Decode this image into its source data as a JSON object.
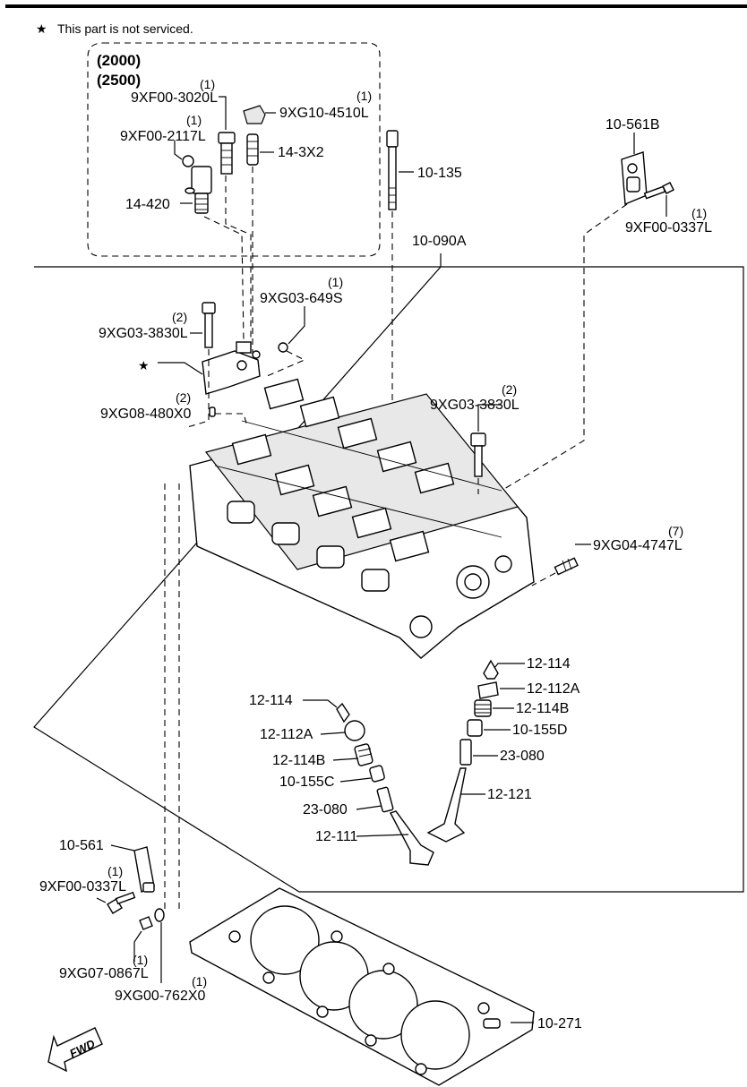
{
  "note": {
    "star": "★",
    "text": "This part is not serviced."
  },
  "years": [
    "(2000)",
    "(2500)"
  ],
  "fwd": "FWD",
  "labels": [
    {
      "id": "9xf00-3020l",
      "part": "9XF00-3020L",
      "qty": "(1)"
    },
    {
      "id": "9xg10-4510l",
      "part": "9XG10-4510L",
      "qty": "(1)"
    },
    {
      "id": "9xf00-2117l",
      "part": "9XF00-2117L",
      "qty": "(1)"
    },
    {
      "id": "14-3x2",
      "part": "14-3X2",
      "qty": ""
    },
    {
      "id": "14-420",
      "part": "14-420",
      "qty": ""
    },
    {
      "id": "10-135",
      "part": "10-135",
      "qty": ""
    },
    {
      "id": "10-561b",
      "part": "10-561B",
      "qty": ""
    },
    {
      "id": "9xf00-0337l-top",
      "part": "9XF00-0337L",
      "qty": "(1)"
    },
    {
      "id": "10-090a",
      "part": "10-090A",
      "qty": ""
    },
    {
      "id": "9xg03-649s",
      "part": "9XG03-649S",
      "qty": "(1)"
    },
    {
      "id": "9xg03-3830l-left",
      "part": "9XG03-3830L",
      "qty": "(2)"
    },
    {
      "id": "9xg08-480x0",
      "part": "9XG08-480X0",
      "qty": "(2)"
    },
    {
      "id": "9xg03-3830l-right",
      "part": "9XG03-3830L",
      "qty": "(2)"
    },
    {
      "id": "9xg04-4747l",
      "part": "9XG04-4747L",
      "qty": "(7)"
    },
    {
      "id": "12-114-right",
      "part": "12-114",
      "qty": ""
    },
    {
      "id": "12-112a-right",
      "part": "12-112A",
      "qty": ""
    },
    {
      "id": "12-114b-right",
      "part": "12-114B",
      "qty": ""
    },
    {
      "id": "10-155d",
      "part": "10-155D",
      "qty": ""
    },
    {
      "id": "23-080-right",
      "part": "23-080",
      "qty": ""
    },
    {
      "id": "12-121",
      "part": "12-121",
      "qty": ""
    },
    {
      "id": "12-114-left",
      "part": "12-114",
      "qty": ""
    },
    {
      "id": "12-112a-left",
      "part": "12-112A",
      "qty": ""
    },
    {
      "id": "12-114b-left",
      "part": "12-114B",
      "qty": ""
    },
    {
      "id": "10-155c",
      "part": "10-155C",
      "qty": ""
    },
    {
      "id": "23-080-left",
      "part": "23-080",
      "qty": ""
    },
    {
      "id": "12-111",
      "part": "12-111",
      "qty": ""
    },
    {
      "id": "10-561",
      "part": "10-561",
      "qty": ""
    },
    {
      "id": "9xf00-0337l-bottom",
      "part": "9XF00-0337L",
      "qty": "(1)"
    },
    {
      "id": "9xg07-0867l",
      "part": "9XG07-0867L",
      "qty": "(1)"
    },
    {
      "id": "9xg00-762x0",
      "part": "9XG00-762X0",
      "qty": "(1)"
    },
    {
      "id": "10-271",
      "part": "10-271",
      "qty": ""
    }
  ]
}
